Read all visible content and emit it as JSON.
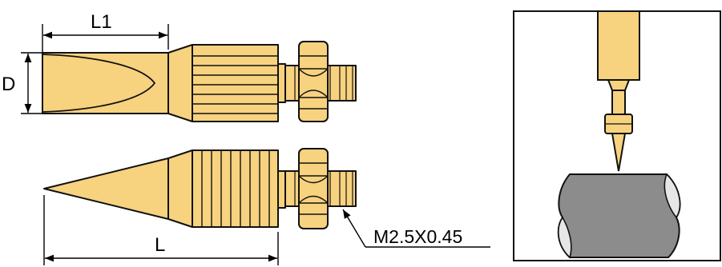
{
  "labels": {
    "l1": "L1",
    "d": "D",
    "l": "L",
    "thread": "M2.5X0.45"
  },
  "colors": {
    "brass": "#F7D27F",
    "outline": "#111111",
    "workpiece": "#8C8C8C",
    "workpiece_end": "#E6E6E6",
    "background": "#FFFFFF"
  }
}
